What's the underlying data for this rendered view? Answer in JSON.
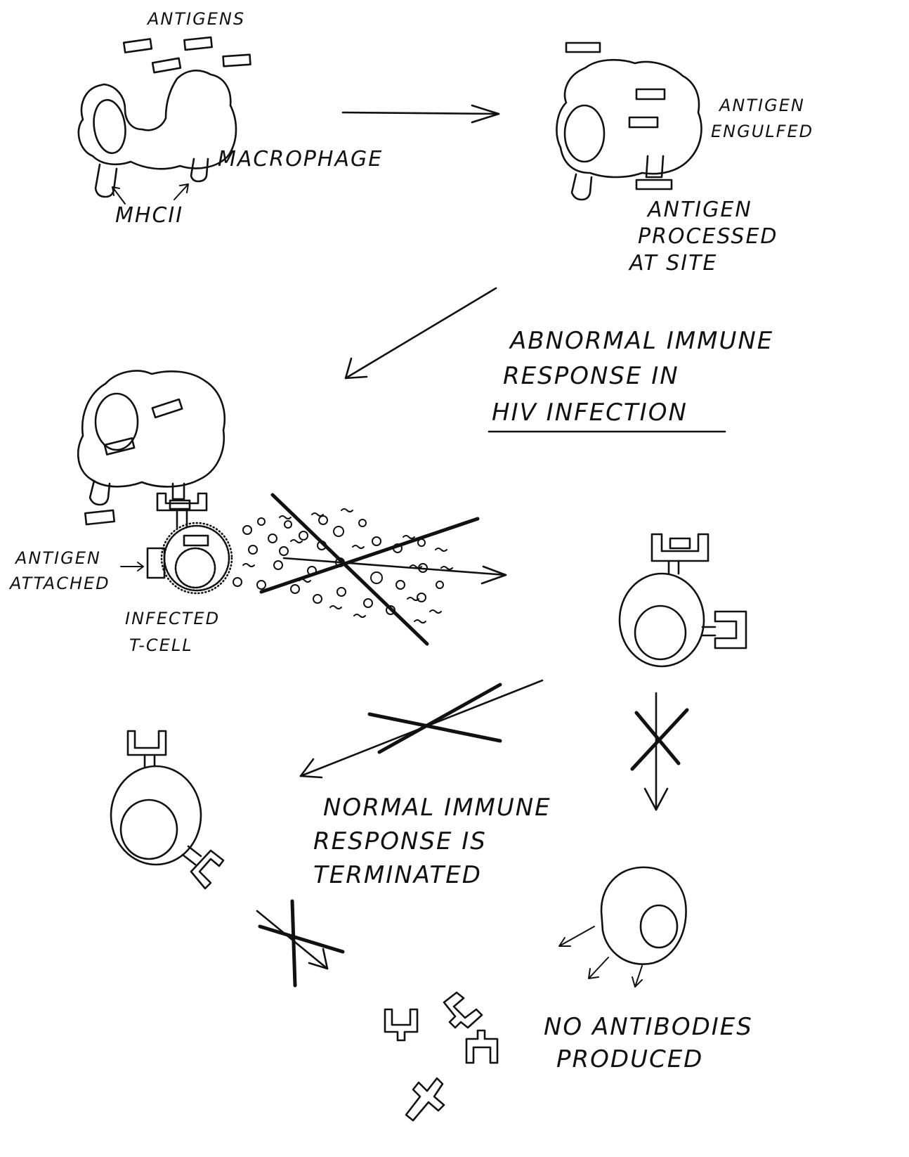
{
  "labels": {
    "antigens": "ANTIGENS",
    "macrophage": "MACROPHAGE",
    "mhc": "MHCII",
    "antigen_engulfed_1": "ANTIGEN",
    "antigen_engulfed_2": "ENGULFED",
    "antigen_processed_1": "ANTIGEN",
    "antigen_processed_2": "PROCESSED",
    "antigen_processed_3": "AT SITE",
    "title_1": "ABNORMAL IMMUNE",
    "title_2": "RESPONSE IN",
    "title_3": "HIV INFECTION",
    "antigen_attached_1": "ANTIGEN",
    "antigen_attached_2": "ATTACHED",
    "infected_1": "INFECTED",
    "infected_2": "T-CELL",
    "terminated_1": "NORMAL IMMUNE",
    "terminated_2": "RESPONSE IS",
    "terminated_3": "TERMINATED",
    "no_antibodies_1": "NO ANTIBODIES",
    "no_antibodies_2": "PRODUCED"
  },
  "colors": {
    "ink": "#111111",
    "paper": "#ffffff"
  }
}
